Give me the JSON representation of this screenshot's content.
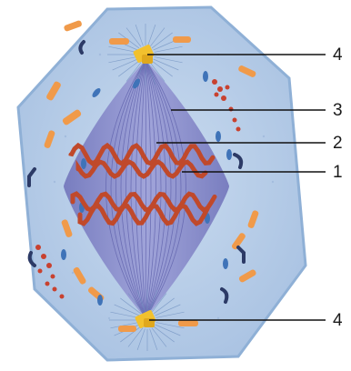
{
  "labels": [
    {
      "id": "label-top-centrosome",
      "text": "4"
    },
    {
      "id": "label-spindle",
      "text": "3"
    },
    {
      "id": "label-equatorial-plate",
      "text": "2"
    },
    {
      "id": "label-chromosome",
      "text": "1"
    },
    {
      "id": "label-bottom-centrosome",
      "text": "4"
    }
  ],
  "colors": {
    "cytoplasm": "#b8cfe8",
    "cell_outline": "#8fb0d6",
    "spindle": "#7e7fc2",
    "chromosome": "#c0492b",
    "centrosome": "#f2c12e",
    "organelle_orange": "#f09a4a",
    "organelle_blue": "#3f73b8",
    "organelle_dark": "#2c3a66",
    "organelle_red": "#c8412f"
  }
}
